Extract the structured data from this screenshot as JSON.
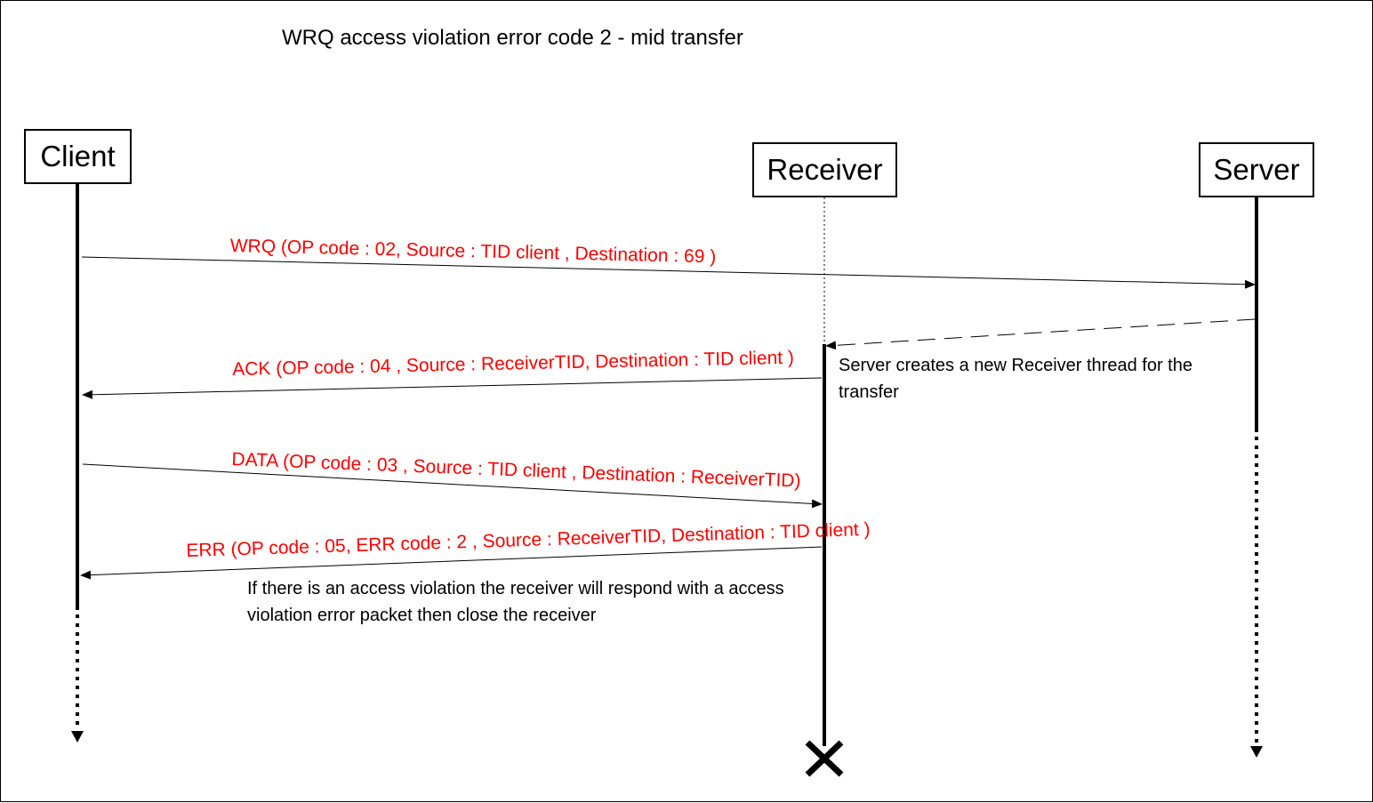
{
  "title": "WRQ access violation error code 2 - mid transfer",
  "actors": {
    "client": "Client",
    "receiver": "Receiver",
    "server": "Server"
  },
  "messages": {
    "wrq": "WRQ (OP code : 02, Source : TID client  , Destination : 69 )",
    "ack": "ACK (OP code : 04 , Source : ReceiverTID, Destination : TID client  )",
    "data": "DATA (OP code : 03 , Source : TID client  , Destination : ReceiverTID)",
    "err": "ERR (OP code : 05, ERR code : 2 , Source : ReceiverTID, Destination : TID client  )"
  },
  "notes": {
    "server_creates": "Server creates a new Receiver thread for the transfer",
    "access_violation": "If there is an access violation the receiver will respond with a access violation error packet then close the receiver"
  },
  "colors": {
    "message_text": "#ff0000",
    "lines": "#000000"
  }
}
